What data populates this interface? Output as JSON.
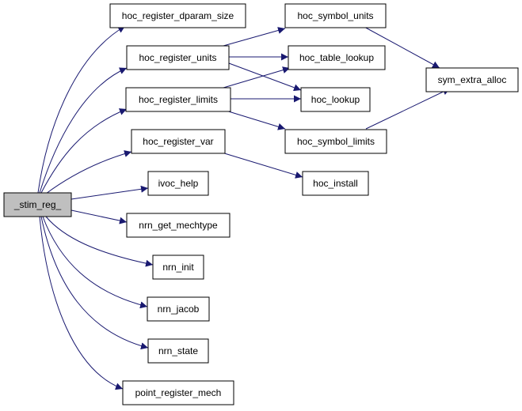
{
  "diagram": {
    "colors": {
      "edge": "#191970",
      "node_border": "#000000",
      "root_fill": "#bfbfbf",
      "node_fill": "#ffffff"
    },
    "nodes": {
      "stim_reg": "_stim_reg_",
      "hoc_register_dparam_size": "hoc_register_dparam_size",
      "hoc_register_units": "hoc_register_units",
      "hoc_register_limits": "hoc_register_limits",
      "hoc_register_var": "hoc_register_var",
      "ivoc_help": "ivoc_help",
      "nrn_get_mechtype": "nrn_get_mechtype",
      "nrn_init": "nrn_init",
      "nrn_jacob": "nrn_jacob",
      "nrn_state": "nrn_state",
      "point_register_mech": "point_register_mech",
      "hoc_symbol_units": "hoc_symbol_units",
      "hoc_table_lookup": "hoc_table_lookup",
      "hoc_lookup": "hoc_lookup",
      "hoc_symbol_limits": "hoc_symbol_limits",
      "hoc_install": "hoc_install",
      "sym_extra_alloc": "sym_extra_alloc"
    },
    "edges": [
      [
        "stim_reg",
        "hoc_register_dparam_size"
      ],
      [
        "stim_reg",
        "hoc_register_units"
      ],
      [
        "stim_reg",
        "hoc_register_limits"
      ],
      [
        "stim_reg",
        "hoc_register_var"
      ],
      [
        "stim_reg",
        "ivoc_help"
      ],
      [
        "stim_reg",
        "nrn_get_mechtype"
      ],
      [
        "stim_reg",
        "nrn_init"
      ],
      [
        "stim_reg",
        "nrn_jacob"
      ],
      [
        "stim_reg",
        "nrn_state"
      ],
      [
        "stim_reg",
        "point_register_mech"
      ],
      [
        "hoc_register_units",
        "hoc_symbol_units"
      ],
      [
        "hoc_register_units",
        "hoc_table_lookup"
      ],
      [
        "hoc_register_units",
        "hoc_lookup"
      ],
      [
        "hoc_register_limits",
        "hoc_table_lookup"
      ],
      [
        "hoc_register_limits",
        "hoc_lookup"
      ],
      [
        "hoc_register_limits",
        "hoc_symbol_limits"
      ],
      [
        "hoc_register_var",
        "hoc_install"
      ],
      [
        "hoc_symbol_units",
        "sym_extra_alloc"
      ],
      [
        "hoc_symbol_limits",
        "sym_extra_alloc"
      ]
    ]
  }
}
